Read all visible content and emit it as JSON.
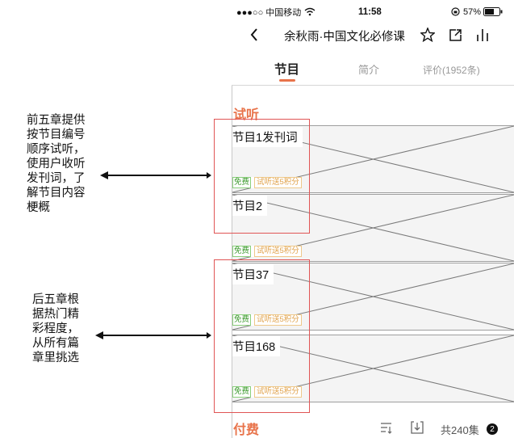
{
  "status_bar": {
    "carrier": "●●●○○ 中国移动",
    "time": "11:58",
    "battery": "57%"
  },
  "nav": {
    "title": "余秋雨·中国文化必修课"
  },
  "tabs": [
    {
      "label": "节目",
      "active": true
    },
    {
      "label": "简介",
      "active": false
    },
    {
      "label": "评价(1952条)",
      "active": false
    }
  ],
  "sections": {
    "trial_title": "试听",
    "paid_title": "付费"
  },
  "episodes": [
    {
      "title": "节目1发刊词",
      "tag_free": "免费",
      "tag_trial": "试听送5积分"
    },
    {
      "title": "节目2",
      "tag_free": "免费",
      "tag_trial": "试听送5积分"
    },
    {
      "title": "节目37",
      "tag_free": "免费",
      "tag_trial": "试听送5积分"
    },
    {
      "title": "节目168",
      "tag_free": "免费",
      "tag_trial": "试听送5积分"
    }
  ],
  "annotations": {
    "first": "前五章提供\n按节目编号\n顺序试听，\n使用户收听\n发刊词，了\n解节目内容\n梗概",
    "second": "后五章根\n据热门精\n彩程度，\n从所有篇\n章里挑选"
  },
  "footer": {
    "count": "共240集",
    "badge": "2"
  },
  "colors": {
    "accent": "#e8734a",
    "free_tag": "#3c9a2e",
    "trial_tag": "#e0a14a",
    "annotation_box": "#e05555"
  }
}
